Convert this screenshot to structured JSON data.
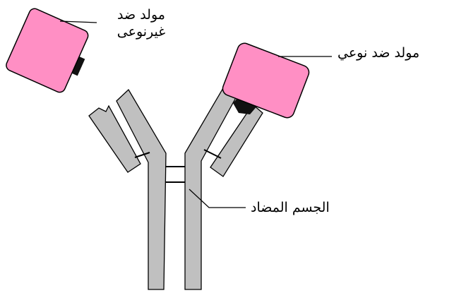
{
  "labels": {
    "nonspecific_antigen_line1": "مولد ضد",
    "nonspecific_antigen_line2": "غيرنوعى",
    "specific_antigen": "مولد ضد نوعي",
    "antibody": "الجسم المضاد"
  },
  "colors": {
    "antigen_fill": "#ff8fc4",
    "antibody_fill": "#c0c0c0",
    "outline": "#000000",
    "binding_site": "#111111",
    "background": "#ffffff"
  }
}
